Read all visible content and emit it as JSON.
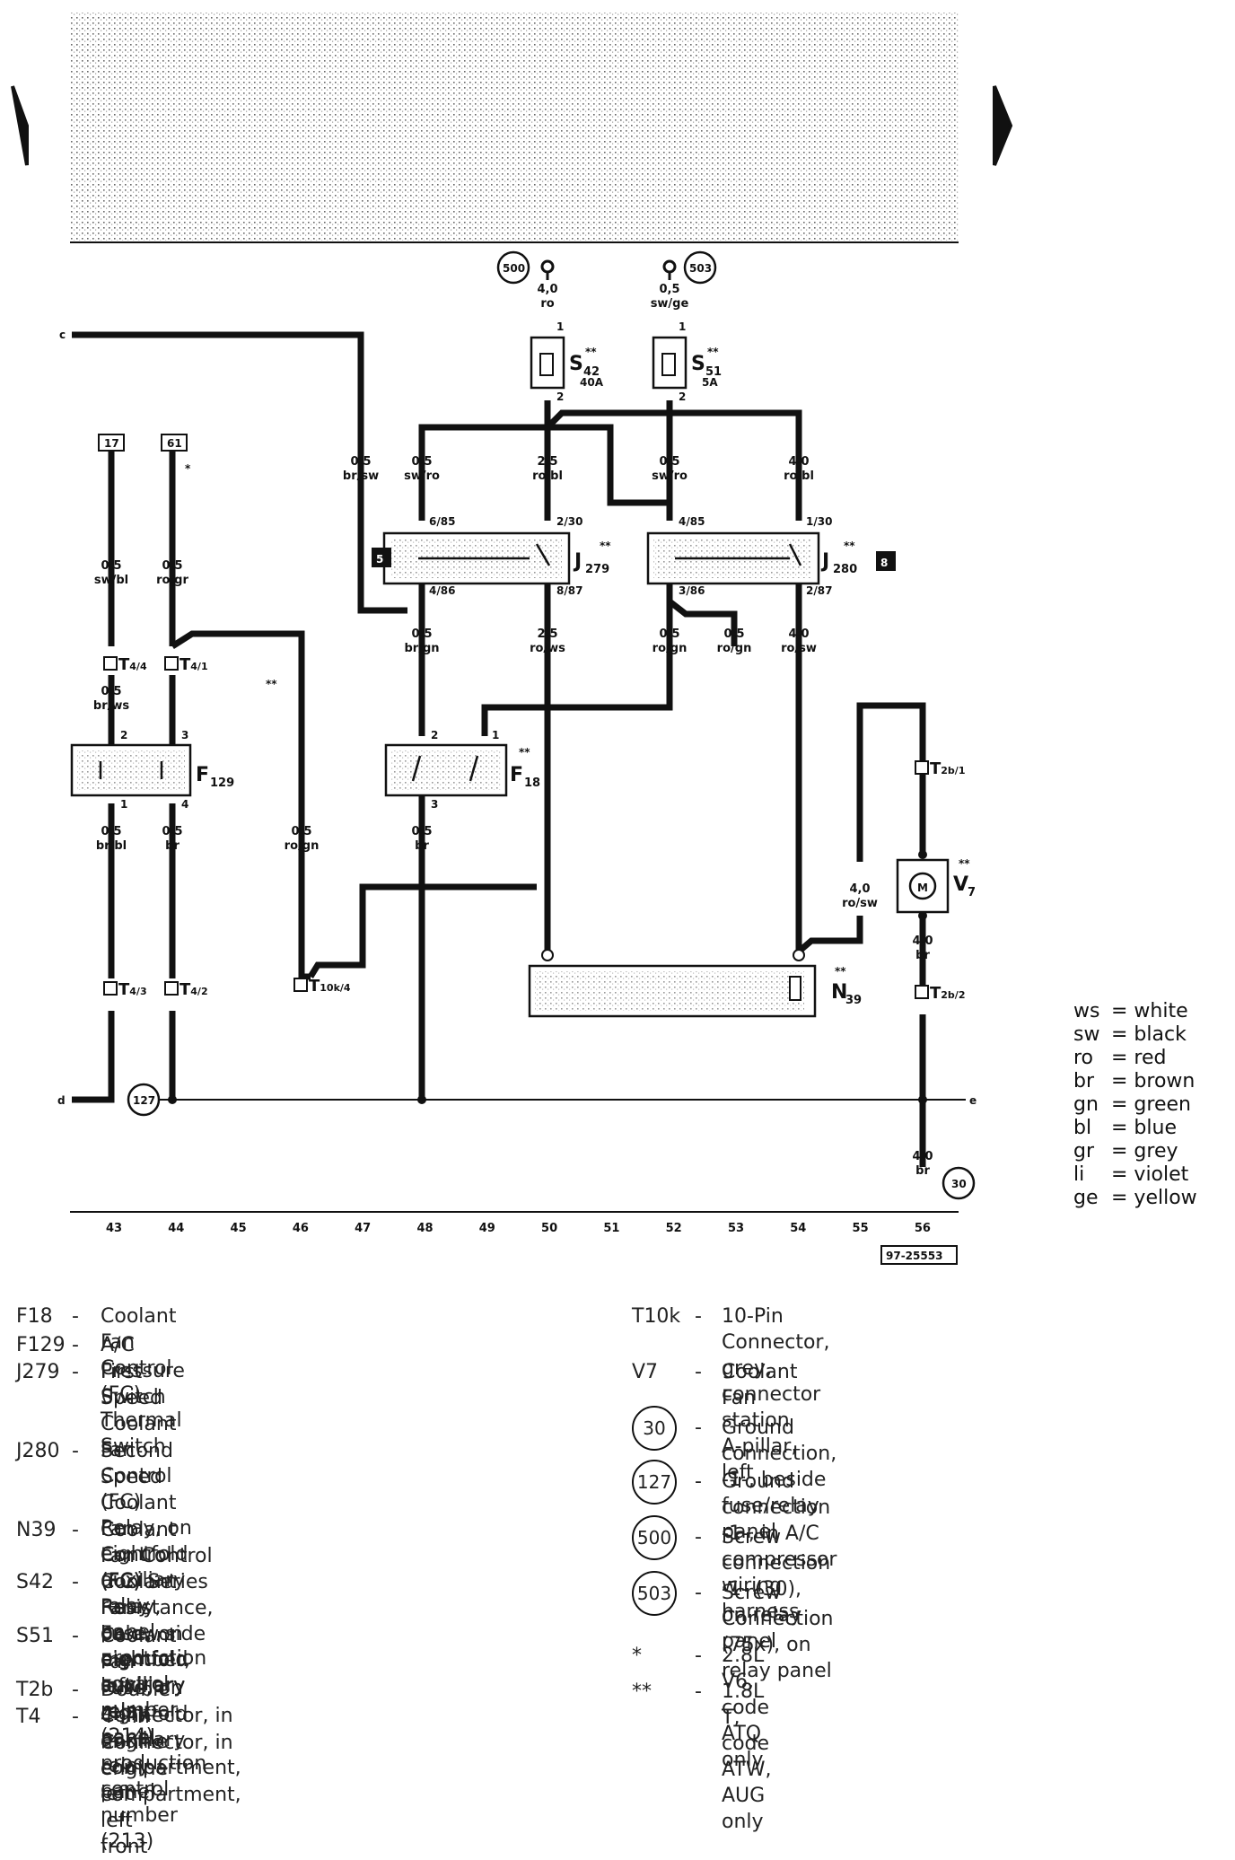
{
  "nav": {
    "prev": "prev-arrow-icon",
    "next": "next-arrow-icon"
  },
  "diagram_id": "97-25553",
  "columns": [
    "43",
    "44",
    "45",
    "46",
    "47",
    "48",
    "49",
    "50",
    "51",
    "52",
    "53",
    "54",
    "55",
    "56"
  ],
  "edge_labels": {
    "c": "c",
    "d": "d",
    "e": "e"
  },
  "refs": {
    "r17": "17",
    "r61": "61",
    "g500": "500",
    "g503": "503",
    "g127": "127",
    "g30": "30",
    "box5": "5",
    "box8": "8"
  },
  "wires": {
    "w500": [
      "4,0",
      "ro"
    ],
    "w503": [
      "0,5",
      "sw/ge"
    ],
    "w_brsw": [
      "0,5",
      "br/sw"
    ],
    "w_swro1": [
      "0,5",
      "sw/ro"
    ],
    "w_robl1": [
      "2,5",
      "ro/bl"
    ],
    "w_swro2": [
      "0,5",
      "sw/ro"
    ],
    "w_robl2": [
      "4,0",
      "ro/bl"
    ],
    "w_swbl": [
      "0,5",
      "sw/bl"
    ],
    "w_rogr": [
      "0,5",
      "ro/gr"
    ],
    "w_brgn": [
      "0,5",
      "br/gn"
    ],
    "w_rows": [
      "2,5",
      "ro/ws"
    ],
    "w_rogn1": [
      "0,5",
      "ro/gn"
    ],
    "w_rogn2": [
      "0,5",
      "ro/gn"
    ],
    "w_rosw1": [
      "4,0",
      "ro/sw"
    ],
    "w_brws": [
      "0,5",
      "br/ws"
    ],
    "w_brbl": [
      "0,5",
      "br/bl"
    ],
    "w_br44": [
      "0,5",
      "br"
    ],
    "w_rogn46": [
      "0,5",
      "ro/gn"
    ],
    "w_br48": [
      "0,5",
      "br"
    ],
    "w_rosw2": [
      "4,0",
      "ro/sw"
    ],
    "w_brV7": [
      "4,0",
      "br"
    ],
    "w_br56": [
      "4,0",
      "br"
    ]
  },
  "pins": {
    "s42_1": "1",
    "s42_2": "2",
    "s51_1": "1",
    "s51_2": "2",
    "j279_685": "6/85",
    "j279_230": "2/30",
    "j279_486": "4/86",
    "j279_887": "8/87",
    "j280_485": "4/85",
    "j280_130": "1/30",
    "j280_386": "3/86",
    "j280_287": "2/87",
    "f129_2": "2",
    "f129_3": "3",
    "f129_1": "1",
    "f129_4": "4",
    "f18_2": "2",
    "f18_1": "1",
    "f18_3": "3"
  },
  "components": {
    "S42": {
      "name": "S",
      "sub": "42",
      "rating": "40A",
      "star": "**"
    },
    "S51": {
      "name": "S",
      "sub": "51",
      "rating": "5A",
      "star": "**"
    },
    "J279": {
      "name": "J",
      "sub": "279",
      "star": "**"
    },
    "J280": {
      "name": "J",
      "sub": "280",
      "star": "**"
    },
    "F129": {
      "name": "F",
      "sub": "129"
    },
    "F18": {
      "name": "F",
      "sub": "18",
      "star": "**"
    },
    "V7": {
      "name": "V",
      "sub": "7",
      "star": "**"
    },
    "N39": {
      "name": "N",
      "sub": "39",
      "star": "**"
    }
  },
  "connectors": {
    "T44": [
      "T",
      "4/4"
    ],
    "T41": [
      "T",
      "4/1"
    ],
    "T43": [
      "T",
      "4/3"
    ],
    "T42": [
      "T",
      "4/2"
    ],
    "T10k4": [
      "T",
      "10k/4"
    ],
    "T2b1": [
      "T",
      "2b/1"
    ],
    "T2b2": [
      "T",
      "2b/2"
    ]
  },
  "stars": {
    "s61": "*",
    "s46": "**"
  },
  "color_legend": [
    {
      "code": "ws",
      "meaning": "white"
    },
    {
      "code": "sw",
      "meaning": "black"
    },
    {
      "code": "ro",
      "meaning": "red"
    },
    {
      "code": "br",
      "meaning": "brown"
    },
    {
      "code": "gn",
      "meaning": "green"
    },
    {
      "code": "bl",
      "meaning": "blue"
    },
    {
      "code": "gr",
      "meaning": "grey"
    },
    {
      "code": "li",
      "meaning": "violet"
    },
    {
      "code": "ge",
      "meaning": "yellow"
    }
  ],
  "key_left": [
    {
      "code": "F18",
      "desc": "Coolant Fan Control (FC) Thermal Switch"
    },
    {
      "code": "F129",
      "desc": "A/C Pressure Switch"
    },
    {
      "code": "J279",
      "desc": "First Speed Coolant Fan Control (FC) Relay, on\neightfold auxiliary relay panel, production\ncontrol number (214)"
    },
    {
      "code": "J280",
      "desc": "Second Speed Coolant Fan Control (FC) Relay,\non eightfold auxiliary relay panel, production\ncontrol number (213)"
    },
    {
      "code": "N39",
      "desc": "Coolant Fan Control (FC) Series Resistance,\nbelow side member, left"
    },
    {
      "code": "S42",
      "desc": "Coolant Fan Fuse, on eightfold auxiliary relay\npanel"
    },
    {
      "code": "S51",
      "desc": "Coolant Fan Fuse, on eightfold auxiliary relay\npanel"
    },
    {
      "code": "T2b",
      "desc": "Double Connector, in engine compartment, left"
    },
    {
      "code": "T4",
      "desc": "4-Pin Connector, in engine compartment, left\nfront"
    }
  ],
  "key_right": [
    {
      "code": "T10k",
      "desc": "10-Pin Connector, grey, connector station\nA-pillar, left"
    },
    {
      "code": "V7",
      "desc": "Coolant Fan"
    },
    {
      "code": "30",
      "desc": "Ground connection, -1-, beside fuse/relay panel",
      "circle": true
    },
    {
      "code": "127",
      "desc": "Ground connection -1-, in A/C compressor\nwiring harness",
      "circle": true
    },
    {
      "code": "500",
      "desc": "Screw connection -1- (30), on relay panel",
      "circle": true
    },
    {
      "code": "503",
      "desc": "Screw Connection (75x), on relay panel",
      "circle": true
    },
    {
      "code": "*",
      "desc": "2.8L V6, code ATQ only"
    },
    {
      "code": "**",
      "desc": "1.8L T, code ATW, AUG  only"
    }
  ]
}
